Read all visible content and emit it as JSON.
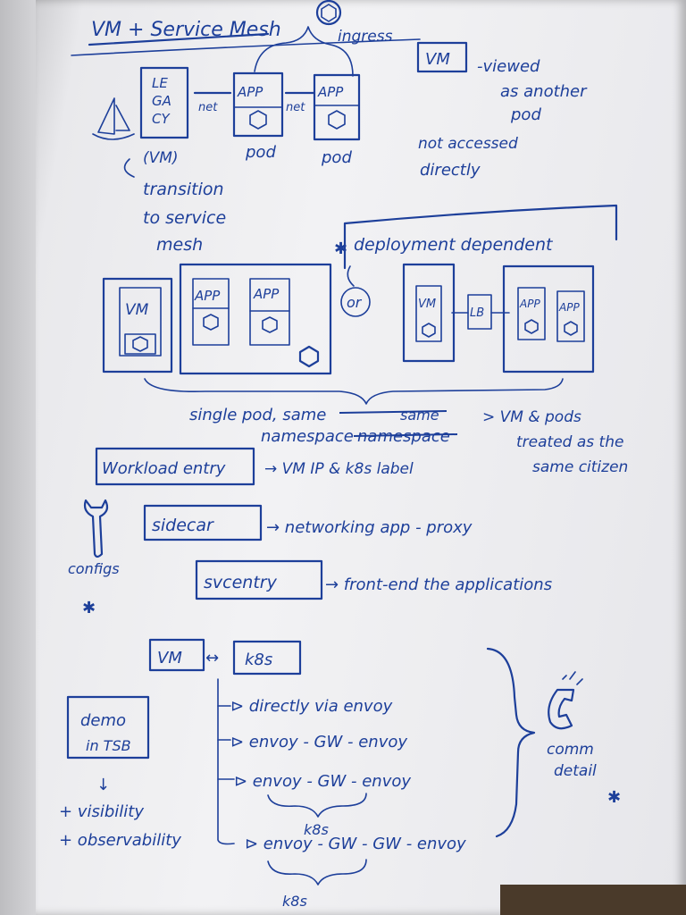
{
  "title": "VM + Service Mesh",
  "ingress": "ingress",
  "legacy_box": [
    "LE",
    "GA",
    "CY"
  ],
  "vm_paren": "(VM)",
  "net1": "net",
  "net2": "net",
  "app1": "APP",
  "app2": "APP",
  "pod1": "pod",
  "pod2": "pod",
  "transition": [
    "transition",
    "to service",
    "mesh"
  ],
  "vm_note_box": "VM",
  "vm_note": [
    "-viewed",
    "as another",
    "pod"
  ],
  "not_accessed": [
    "not accessed",
    "directly"
  ],
  "deployment_dependent": "deployment dependent",
  "or": "or",
  "diagram_vm": "VM",
  "diagram_app1": "APP",
  "diagram_app2": "APP",
  "right_vm": "VM",
  "right_lb": "LB",
  "right_app1": "APP",
  "right_app2": "APP",
  "single_pod": "single pod, same",
  "single_pod_strike": "same",
  "namespace_line": "namespace",
  "namespace_strike": "namespace",
  "treated": [
    "> VM & pods",
    "treated as the",
    "same citizen"
  ],
  "workload_entry": "Workload entry",
  "workload_entry_note": "→ VM IP & k8s label",
  "sidecar": "sidecar",
  "sidecar_note": "→ networking app - proxy",
  "configs": "configs",
  "svcentry": "svcentry",
  "svcentry_note": "→ front-end the applications",
  "vm_k8s_left": "VM",
  "vm_k8s_arrow": "↔",
  "vm_k8s_right": "k8s",
  "branches": [
    "⊳ directly via envoy",
    "⊳ envoy - GW - envoy",
    "⊳ envoy - GW - envoy",
    "⊳ envoy - GW - GW - envoy"
  ],
  "k8s_under1": "k8s",
  "k8s_under2": "k8s",
  "demo_box": [
    "demo",
    "in TSB"
  ],
  "demo_arrow": "↓",
  "demo_notes": [
    "+ visibility",
    "+ observability"
  ],
  "comm_detail": [
    "comm",
    "detail"
  ]
}
